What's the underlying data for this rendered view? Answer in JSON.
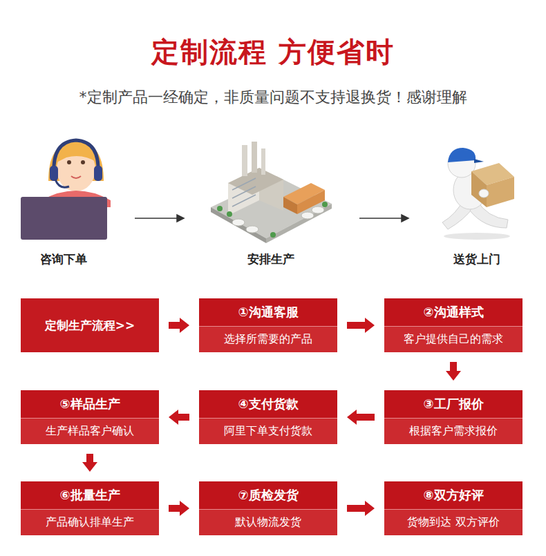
{
  "diagram": {
    "title": "定制流程 方便省时",
    "nodes": [
      {
        "text": [
          "定制生产流程>>"
        ]
      },
      {
        "text": [
          "①沟通客服",
          "选择所需要的产品"
        ]
      },
      {
        "text": [
          "②沟通样式",
          "客户提供自己的需求"
        ]
      },
      {
        "text": [
          "③工厂报价",
          "根据客户需求报价"
        ]
      },
      {
        "text": [
          "④支付货款",
          "阿里下单支付货款"
        ]
      },
      {
        "text": [
          "⑤样品生产",
          "生产样品客户确认"
        ]
      },
      {
        "text": [
          "⑥批量生产",
          "产品确认排单生产"
        ]
      },
      {
        "text": [
          "⑦质检发货",
          "默认物流发货"
        ]
      },
      {
        "text": [
          "⑧双方好评",
          "货物到达 双方评价"
        ]
      }
    ],
    "edges": [
      {
        "from": 0,
        "to": 1,
        "arrow": "to"
      },
      {
        "from": 1,
        "to": 2,
        "arrow": "to"
      },
      {
        "from": 2,
        "to": 3,
        "arrow": "to"
      },
      {
        "from": 3,
        "to": 4,
        "arrow": "to"
      },
      {
        "from": 4,
        "to": 5,
        "arrow": "to"
      },
      {
        "from": 5,
        "to": 6,
        "arrow": "to"
      },
      {
        "from": 6,
        "to": 7,
        "arrow": "to"
      },
      {
        "from": 7,
        "to": 8,
        "arrow": "to"
      }
    ],
    "labels": [
      "*定制产品一经确定，非质量问题不支持退换货！感谢理解",
      "咨询下单",
      "安排生产",
      "送货上门"
    ]
  }
}
